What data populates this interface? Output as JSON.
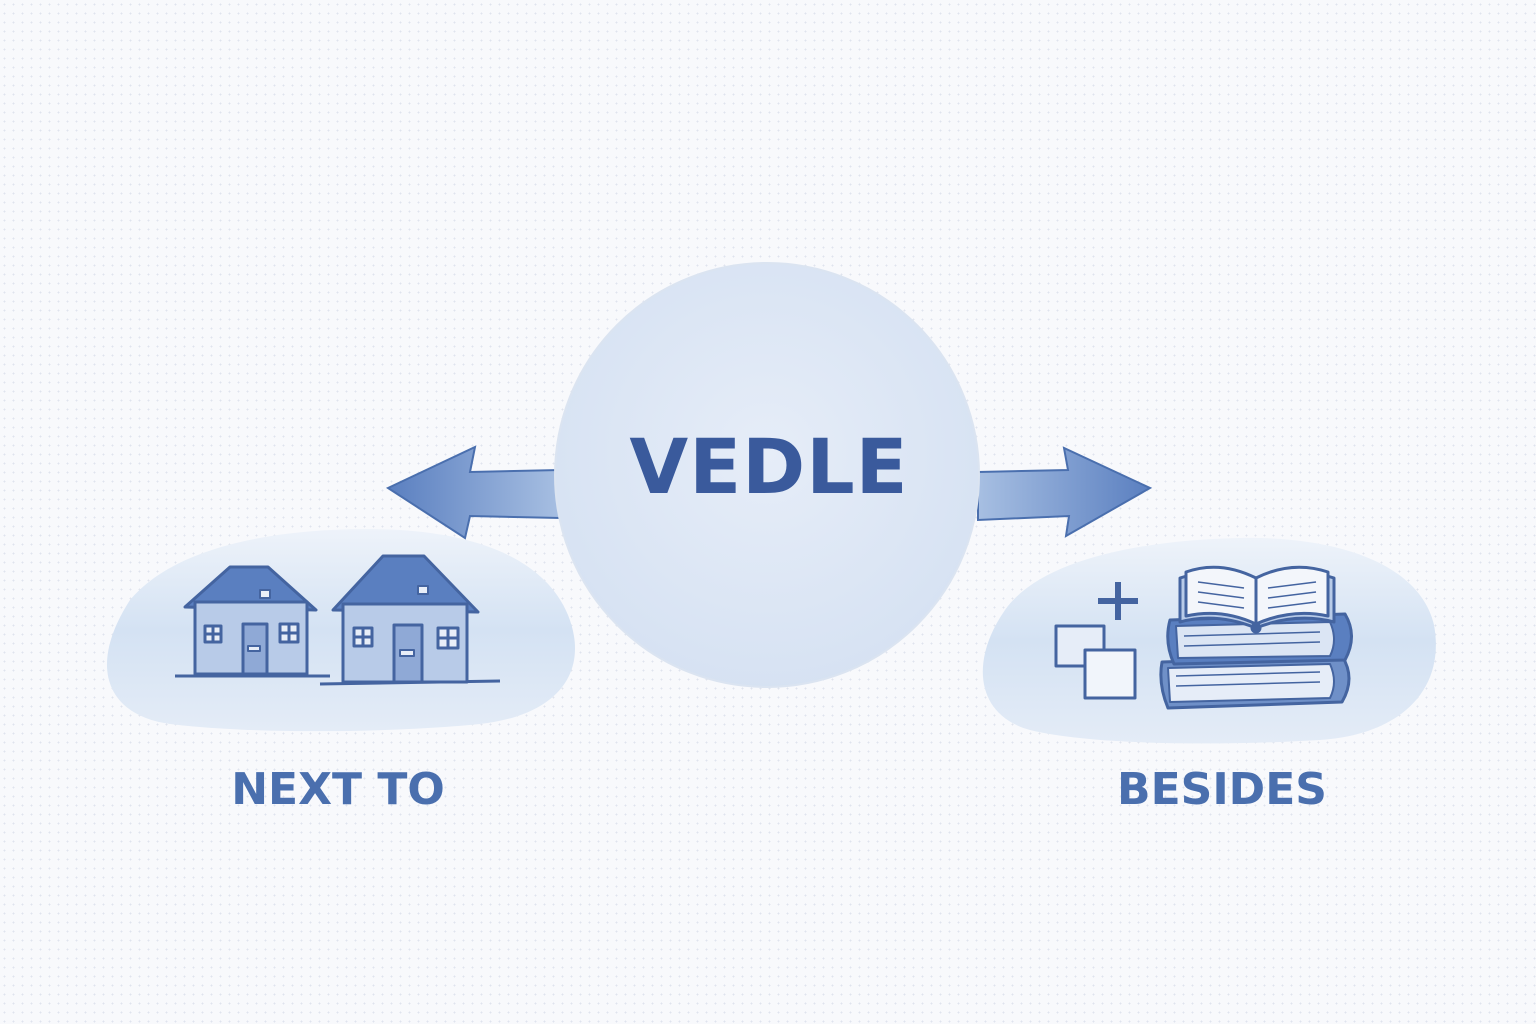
{
  "center": {
    "word": "VEDLE"
  },
  "left": {
    "label": "NEXT TO",
    "icon": "houses-icon"
  },
  "right": {
    "label": "BESIDES",
    "icon": "books-plus-icon"
  },
  "colors": {
    "primary": "#3a5a9c",
    "label": "#4a6fae",
    "circle": "#dde7f4",
    "blob": "#d6e3f3",
    "arrow": "#6f90c8"
  }
}
